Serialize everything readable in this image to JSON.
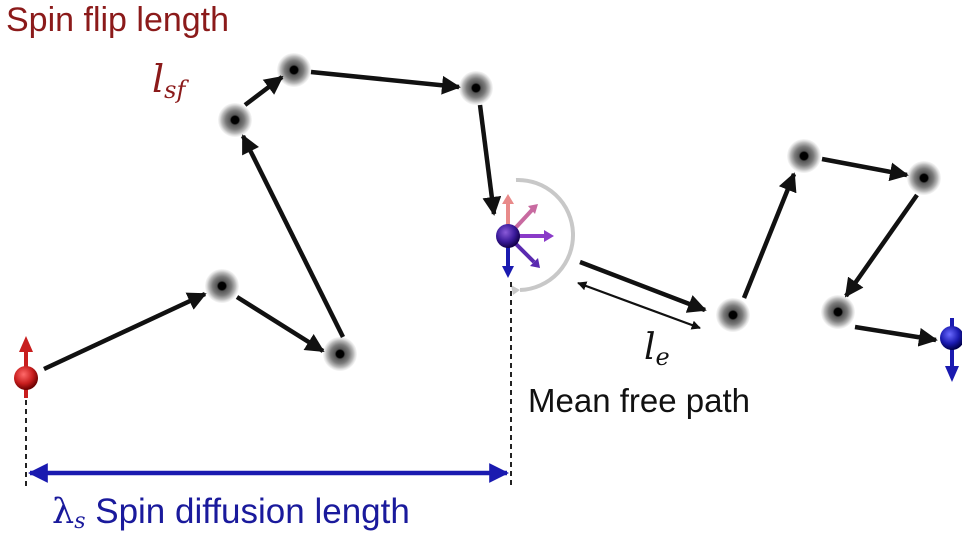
{
  "labels": {
    "spin_flip_length": "Spin flip length",
    "l_sf_symbol": "l",
    "l_sf_subscript": "sf",
    "l_e_symbol": "l",
    "l_e_subscript": "e",
    "mean_free_path": "Mean free path",
    "lambda_symbol": "λ",
    "lambda_subscript": "s",
    "spin_diffusion_length": "Spin diffusion length"
  },
  "colors": {
    "spin_up_electron": "#c81e1e",
    "spin_down_electron": "#1a1ab0",
    "spin_flip_text": "#8b1a1a",
    "diffusion_length_text": "#1a1a9c",
    "path_arrows": "#111111"
  }
}
